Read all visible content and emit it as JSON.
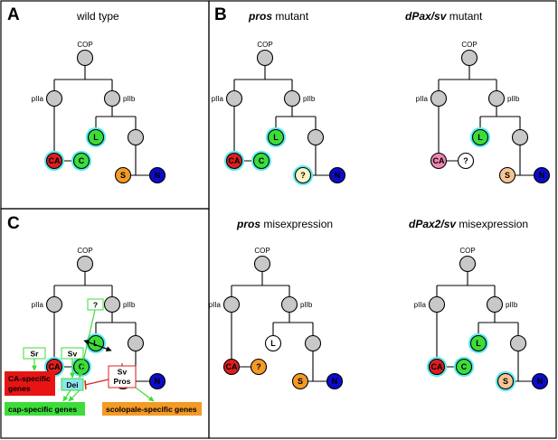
{
  "panels": {
    "A": {
      "letter": "A",
      "title": "wild type"
    },
    "B": {
      "letter": "B",
      "pros_mutant": {
        "italic": "pros",
        "rest": " mutant"
      },
      "dpax_mutant": {
        "italic": "dPax/sv",
        "rest": " mutant"
      },
      "pros_mis": {
        "italic": "pros",
        "rest": " misexpression"
      },
      "dpax2_mis": {
        "italic": "dPax2/sv",
        "rest": " misexpression"
      }
    },
    "C": {
      "letter": "C"
    }
  },
  "lineage": {
    "cop": "COP",
    "piia": "pIIa",
    "piib": "pIIb"
  },
  "cells": {
    "ca": "CA",
    "c": "C",
    "l": "L",
    "s": "S",
    "n": "N",
    "unknown": "?"
  },
  "regulation": {
    "sr": "Sr",
    "sv": "Sv",
    "l_unknown": "?",
    "sv_pros": [
      "Sv",
      "Pros"
    ],
    "dei": "Dei",
    "ca_genes": [
      "CA-specific",
      "genes"
    ],
    "cap_genes": "cap-specific genes",
    "scolopale_genes": "scolopale-specific genes"
  },
  "colors": {
    "gray": "#c8c8c8",
    "red": "#dd1f1f",
    "green": "#3ddc3a",
    "orange": "#f39a27",
    "blue": "#0c0cc8",
    "cyan": "#5be9f1",
    "pink": "#ee86b4",
    "pale_orange": "#f7c493",
    "pale_yellow": "#fbf5c4",
    "white": "#ffffff",
    "dei_fill": "#8de6ee",
    "sr_sv_box": "#3ddc3a",
    "arrow_green": "#3ddc3a",
    "inhib_red": "#dd1f1f",
    "ca_gene_fill": "#e81414",
    "cap_gene_fill": "#3ddc3a",
    "sc_gene_fill": "#f39a27"
  }
}
